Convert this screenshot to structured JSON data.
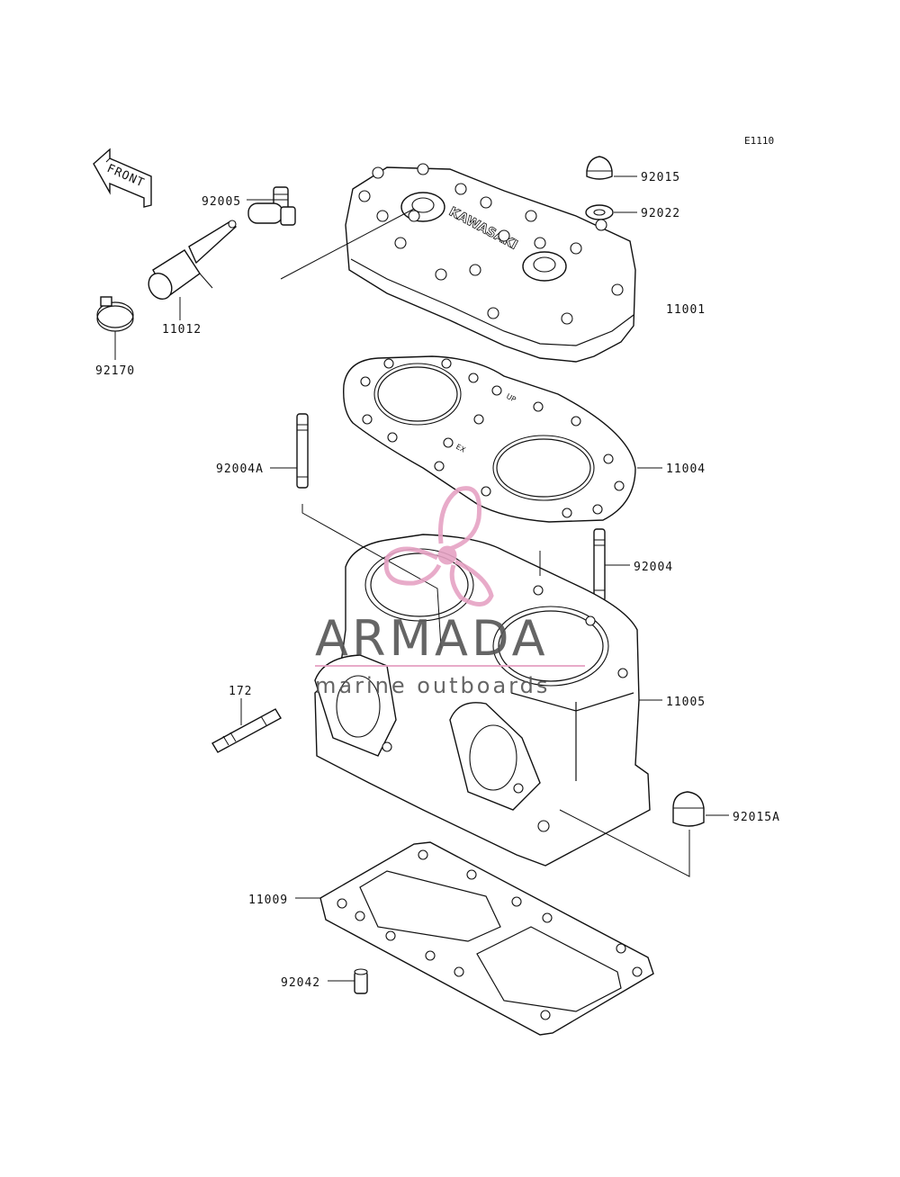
{
  "diagram": {
    "ref_code": "E1110",
    "front_label": "FRONT",
    "head_emboss": "KAWASAKI",
    "gasket_marks": {
      "up": "UP",
      "ex": "EX"
    },
    "parts": [
      {
        "id": "92015",
        "label": "92015"
      },
      {
        "id": "92022",
        "label": "92022"
      },
      {
        "id": "92005",
        "label": "92005"
      },
      {
        "id": "11012",
        "label": "11012"
      },
      {
        "id": "92170",
        "label": "92170"
      },
      {
        "id": "11001",
        "label": "11001"
      },
      {
        "id": "92004A",
        "label": "92004A"
      },
      {
        "id": "11004",
        "label": "11004"
      },
      {
        "id": "92004",
        "label": "92004"
      },
      {
        "id": "172",
        "label": "172"
      },
      {
        "id": "11005",
        "label": "11005"
      },
      {
        "id": "92015A",
        "label": "92015A"
      },
      {
        "id": "11009",
        "label": "11009"
      },
      {
        "id": "92042",
        "label": "92042"
      }
    ]
  },
  "watermark": {
    "brand": "ARMADA",
    "tagline": "marine outboards",
    "colors": {
      "logo": "#e6a3c4",
      "text": "#555555"
    }
  }
}
